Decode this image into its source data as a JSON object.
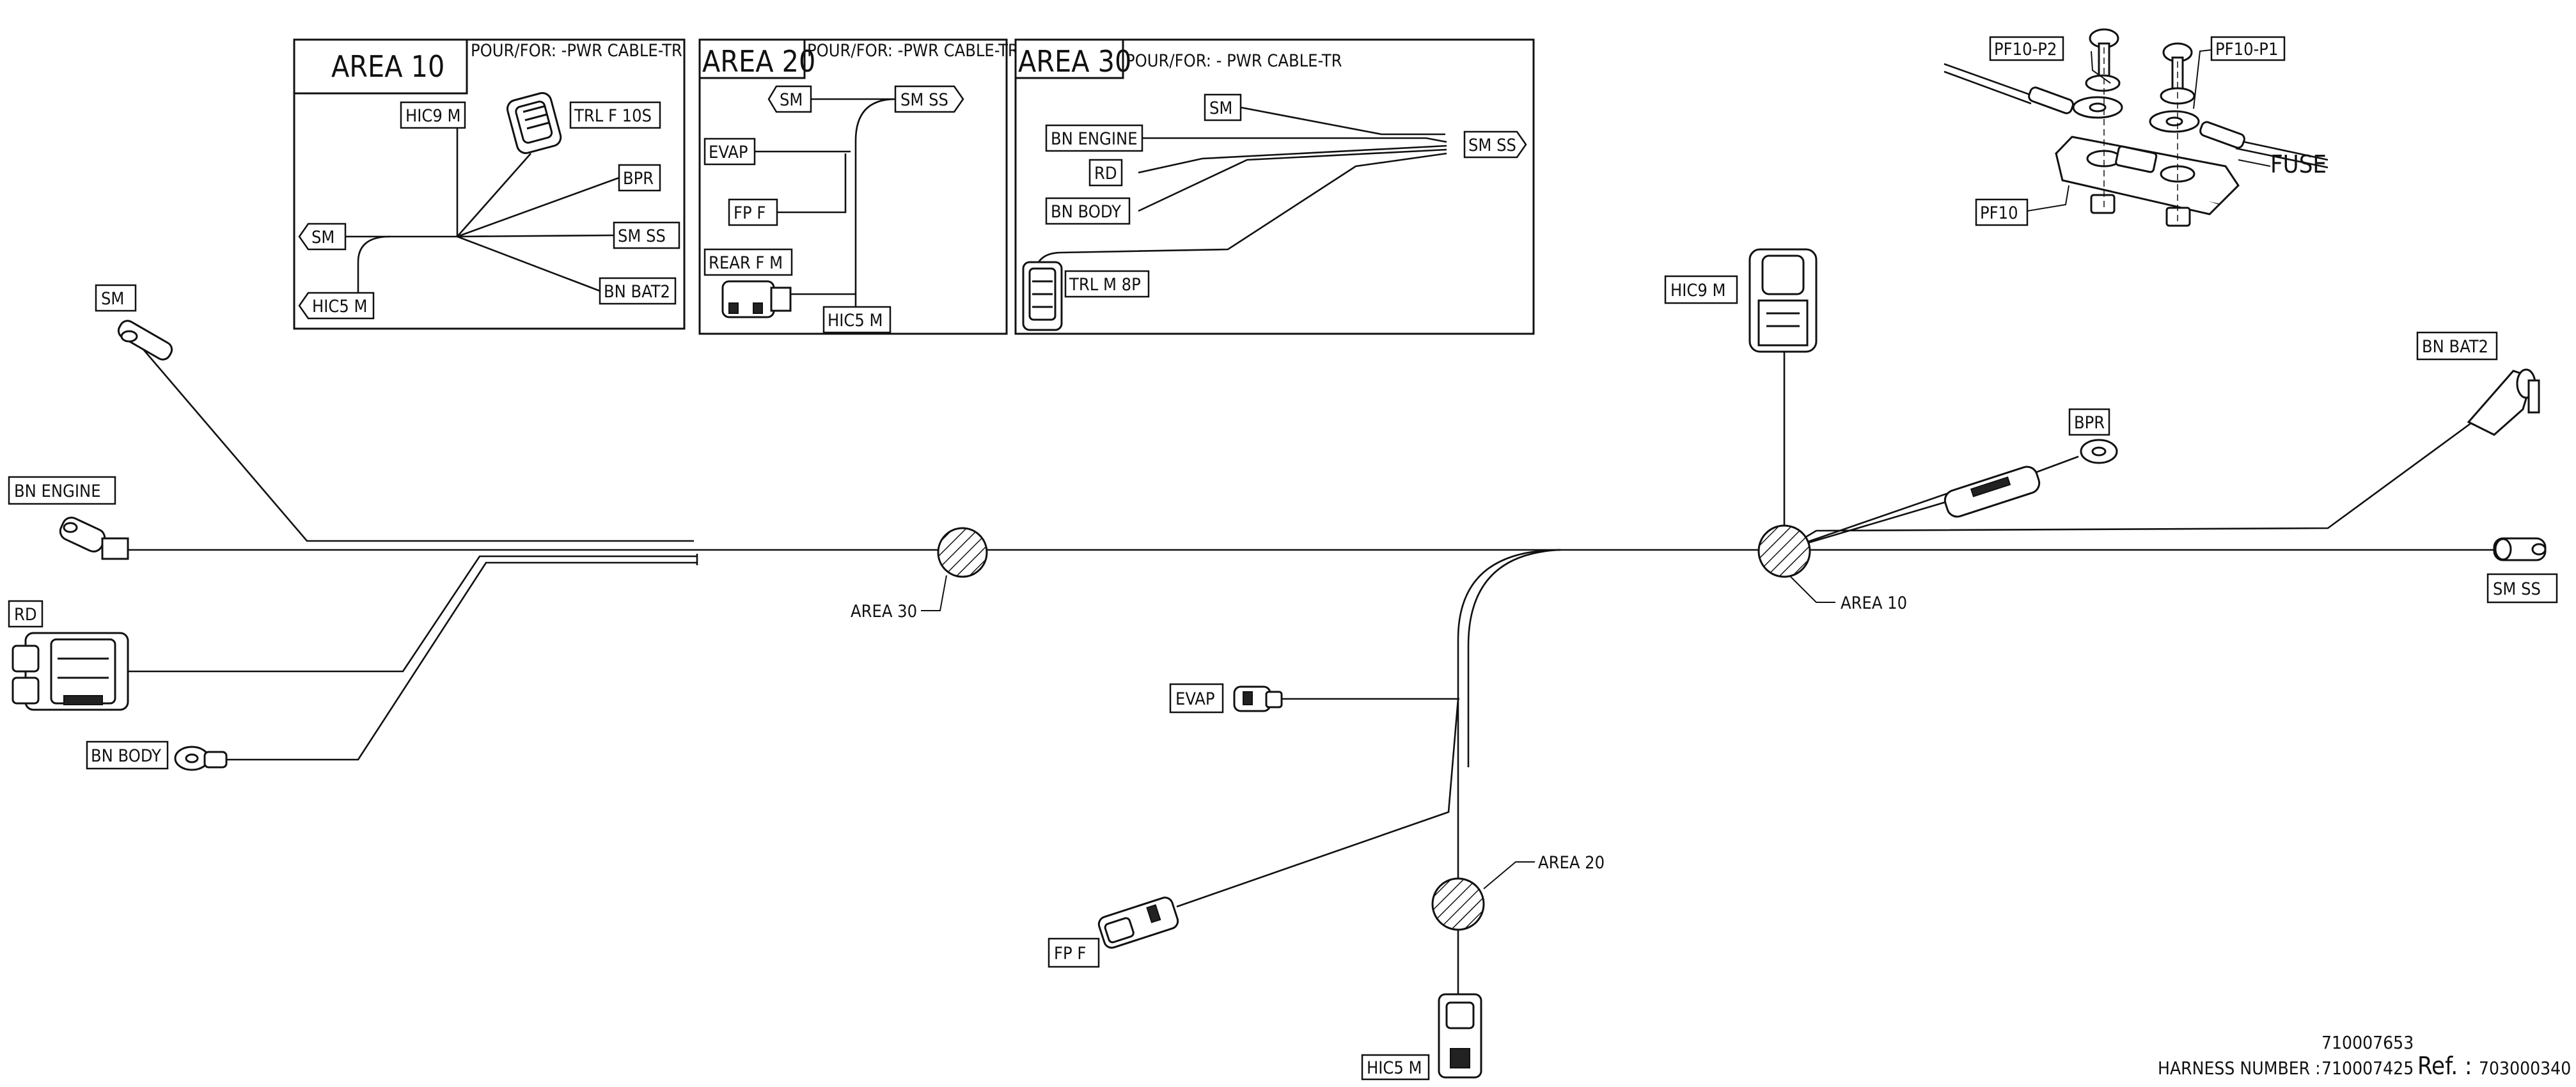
{
  "inset_area10": {
    "title": "AREA 10",
    "pour": "POUR/FOR: -PWR CABLE-TR",
    "labels": [
      "HIC9 M",
      "TRL F 10S",
      "BPR",
      "SM",
      "SM SS",
      "HIC5 M",
      "BN BAT2"
    ]
  },
  "inset_area20": {
    "title": "AREA 20",
    "pour": "POUR/FOR: -PWR CABLE-TR",
    "labels": [
      "SM",
      "SM SS",
      "EVAP",
      "FP F",
      "REAR F M",
      "HIC5 M"
    ]
  },
  "inset_area30": {
    "title": "AREA 30",
    "pour": "POUR/FOR: - PWR CABLE-TR",
    "labels": [
      "SM",
      "BN ENGINE",
      "SM SS",
      "RD",
      "BN BODY",
      "TRL M 8P"
    ]
  },
  "fuse_detail": {
    "labels": [
      "PF10-P2",
      "PF10-P1",
      "FUSE",
      "PF10"
    ]
  },
  "main": {
    "labels": {
      "sm": "SM",
      "bn_engine": "BN ENGINE",
      "rd": "RD",
      "bn_body": "BN BODY",
      "hic9_m": "HIC9 M",
      "bpr": "BPR",
      "bn_bat2": "BN BAT2",
      "sm_ss": "SM SS",
      "evap": "EVAP",
      "fp_f": "FP F",
      "hic5_m": "HIC5 M"
    },
    "areas": {
      "area30": "AREA 30",
      "area10": "AREA 10",
      "area20": "AREA 20"
    }
  },
  "footer": {
    "number_top": "710007653",
    "harness_label": "HARNESS NUMBER :",
    "harness_number": "710007425",
    "ref_label": "Ref. :",
    "ref_number": "703000340"
  }
}
